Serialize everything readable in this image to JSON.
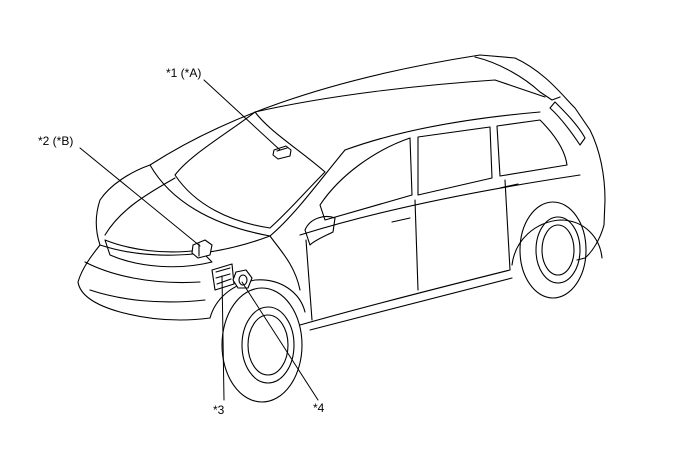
{
  "callouts": {
    "c1": "*1 (*A)",
    "c2": "*2 (*B)",
    "c3": "*3",
    "c4": "*4"
  }
}
